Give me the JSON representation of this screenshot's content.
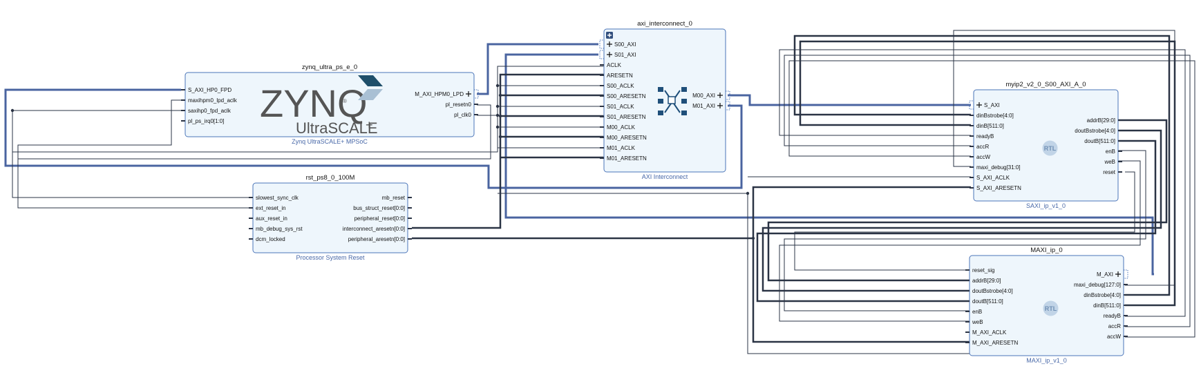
{
  "colors": {
    "block_fill": "#eef6fc",
    "block_border": "#4a74b8",
    "bus_wire": "#4a64a0",
    "net_wire": "#2a3344",
    "port_text": "#111111",
    "block_title": "#111111",
    "block_subtitle": "#4868a8",
    "zynq_text": "#555555",
    "rtl_badge": "#9db8d6"
  },
  "blocks": {
    "zynq": {
      "title": "zynq_ultra_ps_e_0",
      "subtitle": "Zynq UltraSCALE+ MPSoC",
      "logo_main": "ZYNQ",
      "logo_sub": "UltraSCALE",
      "logo_plus": "+",
      "logo_reg": "®",
      "ports_left": [
        "S_AXI_HP0_FPD",
        "maxihpm0_lpd_aclk",
        "saxihp0_fpd_aclk",
        "pl_ps_irq0[1:0]"
      ],
      "ports_right": [
        "M_AXI_HPM0_LPD",
        "pl_resetn0",
        "pl_clk0"
      ]
    },
    "rst": {
      "title": "rst_ps8_0_100M",
      "subtitle": "Processor System Reset",
      "ports_left": [
        "slowest_sync_clk",
        "ext_reset_in",
        "aux_reset_in",
        "mb_debug_sys_rst",
        "dcm_locked"
      ],
      "ports_right": [
        "mb_reset",
        "bus_struct_reset[0:0]",
        "peripheral_reset[0:0]",
        "interconnect_aresetn[0:0]",
        "peripheral_aresetn[0:0]"
      ]
    },
    "axi": {
      "title": "axi_interconnect_0",
      "subtitle": "AXI Interconnect",
      "ports_left": [
        "S00_AXI",
        "S01_AXI",
        "ACLK",
        "ARESETN",
        "S00_ACLK",
        "S00_ARESETN",
        "S01_ACLK",
        "S01_ARESETN",
        "M00_ACLK",
        "M00_ARESETN",
        "M01_ACLK",
        "M01_ARESETN"
      ],
      "ports_right": [
        "M00_AXI",
        "M01_AXI"
      ]
    },
    "myip": {
      "title": "myip2_v2_0_S00_AXI_A_0",
      "subtitle": "SAXI_ip_v1_0",
      "badge": "RTL",
      "ports_left": [
        "S_AXI",
        "dinBstrobe[4:0]",
        "dinB[511:0]",
        "readyB",
        "accR",
        "accW",
        "maxi_debug[31:0]",
        "S_AXI_ACLK",
        "S_AXI_ARESETN"
      ],
      "ports_right": [
        "addrB[29:0]",
        "doutBstrobe[4:0]",
        "doutB[511:0]",
        "enB",
        "weB",
        "reset"
      ]
    },
    "maxi": {
      "title": "MAXI_ip_0",
      "subtitle": "MAXI_ip_v1_0",
      "badge": "RTL",
      "ports_left": [
        "reset_sig",
        "addrB[29:0]",
        "doutBstrobe[4:0]",
        "doutB[511:0]",
        "enB",
        "weB",
        "M_AXI_ACLK",
        "M_AXI_ARESETN"
      ],
      "ports_right": [
        "M_AXI",
        "maxi_debug[127:0]",
        "dinBstrobe[4:0]",
        "dinB[511:0]",
        "readyB",
        "accR",
        "accW"
      ]
    }
  }
}
